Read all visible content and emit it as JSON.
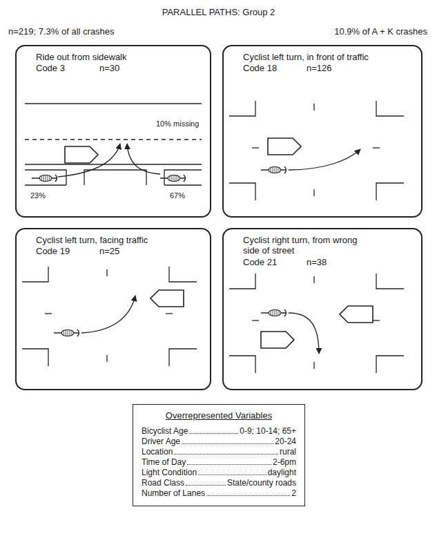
{
  "diagram": {
    "title": "PARALLEL PATHS: Group 2",
    "nodes": [
      {
        "text": [
          "Ride out from sidewalk",
          "Code 3",
          "n=30"
        ]
      },
      {
        "text": [
          "Cyclist left turn, in front of traffic",
          "Code 18",
          "n=126"
        ]
      },
      {
        "text": [
          "Cyclist left turn, facing traffic",
          "Code 19",
          "n=25"
        ]
      },
      {
        "text": [
          "Cyclist right turn, from wrong side of street",
          "Code 21",
          "n=38"
        ]
      },
      {
        "text": [
          "Overrepresented Variables",
          "Bicyclist Age",
          "0-9; 10-14; 65+",
          "Driver Age",
          "20-24",
          "Location",
          "rural",
          "Time of Day",
          "2-6pm",
          "Light Condition",
          "daylight",
          "Road Class",
          "State/county roads",
          "Number of Lanes",
          "2"
        ]
      }
    ],
    "labels": [
      "n=219; 7.3% of all crashes",
      "10.9% of A + K crashes",
      "10% missing",
      "23%",
      "67%"
    ]
  }
}
